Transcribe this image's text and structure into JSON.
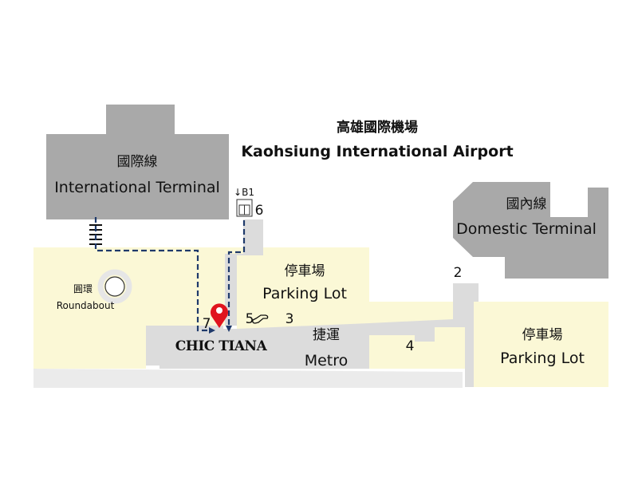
{
  "title": {
    "zh": "高雄國際機場",
    "en": "Kaohsiung International Airport"
  },
  "international_terminal": {
    "zh": "國際線",
    "en": "International Terminal"
  },
  "domestic_terminal": {
    "zh": "國內線",
    "en": "Domestic Terminal"
  },
  "parking_center": {
    "zh": "停車場",
    "en": "Parking Lot"
  },
  "parking_right": {
    "zh": "停車場",
    "en": "Parking Lot"
  },
  "metro": {
    "zh": "捷運",
    "en": "Metro"
  },
  "roundabout": {
    "zh": "圓環",
    "en": "Roundabout"
  },
  "elevator": {
    "level": "↓B1",
    "number": "6"
  },
  "exits": {
    "e2": "2",
    "e3": "3",
    "e4": "4",
    "e5": "5",
    "e7": "7"
  },
  "brand": "CHIC TIANA",
  "colors": {
    "terminal": "#a9a9a9",
    "parking": "#fbf8d6",
    "corridor": "#dcdcdc",
    "route": "#1f3a6b",
    "pin": "#e0141e"
  }
}
